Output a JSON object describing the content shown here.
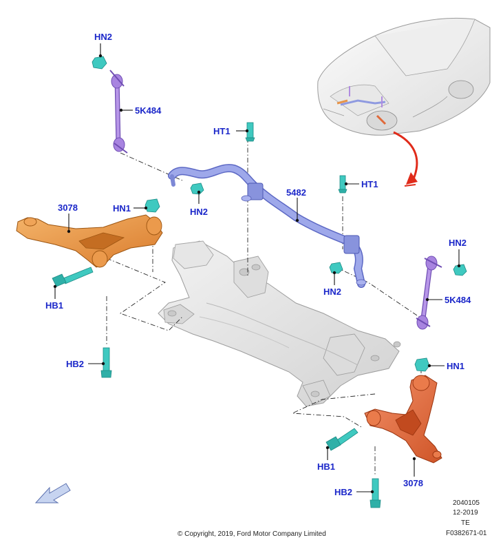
{
  "callouts": {
    "hn2_top": "HN2",
    "fivek484_left": "5K484",
    "ht1_center": "HT1",
    "ht1_right": "HT1",
    "five482": "5482",
    "hn2_mid_left": "HN2",
    "hn2_right": "HN2",
    "hn2_mid_right": "HN2",
    "fivek484_right": "5K484",
    "three078_left": "3078",
    "hn1_left": "HN1",
    "hb1_left": "HB1",
    "hb2_left": "HB2",
    "hn1_right": "HN1",
    "hb1_right": "HB1",
    "three078_right": "3078",
    "hb2_right": "HB2"
  },
  "footer": {
    "copyright": "© Copyright, 2019, Ford Motor Company Limited",
    "code1": "2040105",
    "code2": "12-2019",
    "code3": "TE",
    "code4": "F0382671-01"
  },
  "colors": {
    "label": "#1a26c9",
    "stabilizer": "#8f9ae0",
    "link": "#b08be0",
    "arm_left": "#e6944a",
    "arm_right": "#e0693a",
    "fastener": "#3fc9c0",
    "subframe": "#e3e3e3",
    "red_arrow": "#e02b1a"
  }
}
